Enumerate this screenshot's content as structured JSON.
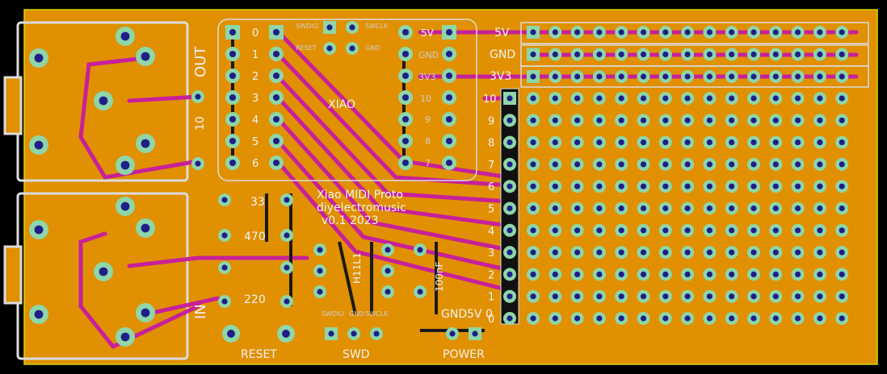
{
  "board": {
    "title": "Xiao MIDI Proto",
    "author": "diyelectromusic",
    "version": "v0.1 2023",
    "mcu_label": "XIAO",
    "out_label": "OUT",
    "in_label": "IN",
    "opto_label": "H11L1",
    "resistor_10": "10",
    "resistor_33": "33",
    "resistor_470": "470",
    "resistor_220": "220",
    "cap_label": "100nF",
    "reset_label": "RESET",
    "swd_label": "SWD",
    "power_label": "POWER",
    "swdio_label": "SWDIO",
    "gnd_label": "GND",
    "swclk_label": "SWCLK",
    "reset_small": "RESET",
    "power_gnd": "GND",
    "power_5v": "5V",
    "power_0": "0",
    "rail_5v": "5V",
    "rail_gnd": "GND",
    "rail_3v3": "3V3",
    "xiao_5v": "5V",
    "xiao_gnd": "GND",
    "xiao_3v3": "3V3",
    "xiao_10": "10",
    "xiao_9": "9",
    "xiao_8": "8",
    "xiao_7": "7",
    "left_pins": [
      "0",
      "1",
      "2",
      "3",
      "4",
      "5",
      "6"
    ],
    "right_pins": [
      "10",
      "9",
      "8",
      "7",
      "6",
      "5",
      "4",
      "3",
      "2",
      "1",
      "0"
    ]
  },
  "colors": {
    "board_bg": "#000000",
    "copper": "#e09000",
    "trace_back": "#c8209a",
    "trace_front_dark": "#1a1a1a",
    "pad_ring": "#8fd6a8",
    "pad_hole": "#1f1f8a",
    "silk": "#f2f2f2"
  }
}
